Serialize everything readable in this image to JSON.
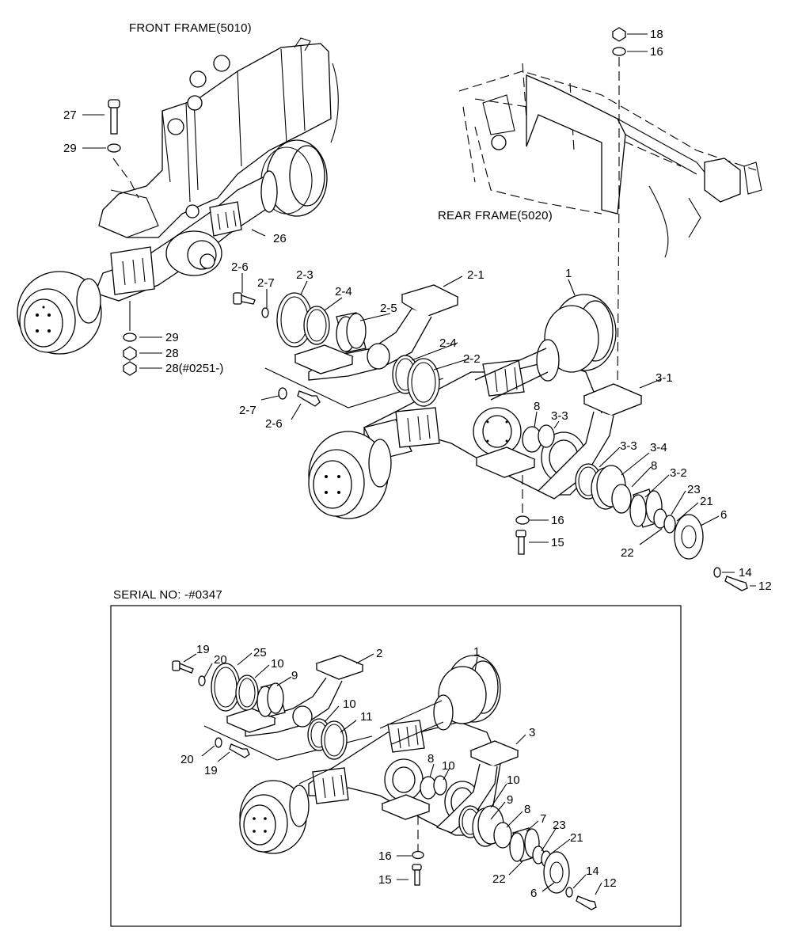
{
  "titles": {
    "front_frame": "FRONT FRAME(5010)",
    "rear_frame": "REAR FRAME(5020)",
    "serial_no": "SERIAL NO: -#0347"
  },
  "top_labels": {
    "l27": "27",
    "l29a": "29",
    "l26": "26",
    "l29b": "29",
    "l28a": "28",
    "l28b": "28(#0251-)",
    "l18": "18",
    "l16a": "16",
    "l2_6a": "2-6",
    "l2_7a": "2-7",
    "l2_3": "2-3",
    "l2_4a": "2-4",
    "l2_5": "2-5",
    "l2_1": "2-1",
    "l1": "1",
    "l2_4b": "2-4",
    "l2_2": "2-2",
    "l2_7b": "2-7",
    "l2_6b": "2-6",
    "l3_1": "3-1",
    "l8a": "8",
    "l3_3a": "3-3",
    "l3_3b": "3-3",
    "l3_4": "3-4",
    "l8b": "8",
    "l3_2": "3-2",
    "l23": "23",
    "l21": "21",
    "l6": "6",
    "l16b": "16",
    "l15": "15",
    "l22": "22",
    "l14": "14",
    "l12": "12"
  },
  "bottom_labels": {
    "l19a": "19",
    "l20a": "20",
    "l25": "25",
    "l10a": "10",
    "l9a": "9",
    "l2": "2",
    "l1": "1",
    "l10b": "10",
    "l11": "11",
    "l20b": "20",
    "l19b": "19",
    "l3": "3",
    "l8": "8",
    "l10c": "10",
    "l10d": "10",
    "l9b": "9",
    "l8b": "8",
    "l7": "7",
    "l23": "23",
    "l21": "21",
    "l16": "16",
    "l15": "15",
    "l22": "22",
    "l6": "6",
    "l14": "14",
    "l12": "12"
  }
}
